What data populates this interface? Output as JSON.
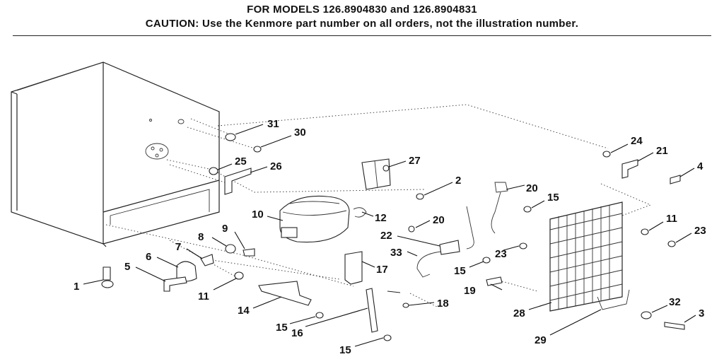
{
  "header": {
    "title": "FOR MODELS 126.8904830 and 126.8904831",
    "caution": "CAUTION: Use the Kenmore part number on all orders, not the illustration number."
  },
  "callouts": [
    "31",
    "30",
    "25",
    "26",
    "27",
    "2",
    "24",
    "21",
    "4",
    "20",
    "15",
    "10",
    "12",
    "20",
    "22",
    "11",
    "23",
    "8",
    "9",
    "7",
    "6",
    "5",
    "1",
    "11",
    "33",
    "23",
    "15",
    "17",
    "19",
    "18",
    "14",
    "15",
    "16",
    "15",
    "28",
    "29",
    "32",
    "3"
  ]
}
